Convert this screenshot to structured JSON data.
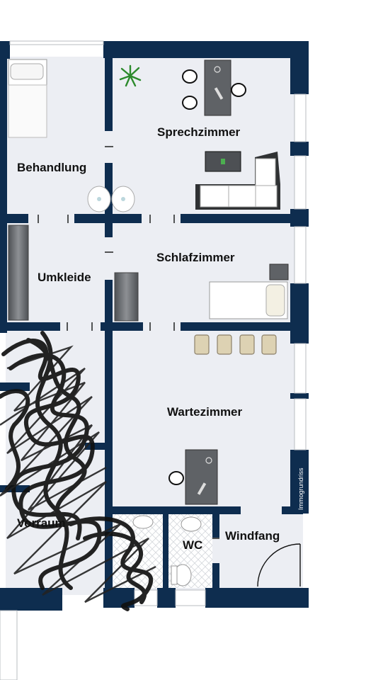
{
  "colors": {
    "wall": "#0e2d4f",
    "floor": "#eceef3",
    "tile": "#ffffff",
    "furniture_dark": "#5f6266",
    "furniture_light": "#ffffff",
    "stool": "#ddd2b3",
    "scribble": "#111111"
  },
  "rooms": {
    "sprechzimmer": "Sprechzimmer",
    "behandlung": "Behandlung",
    "schlafzimmer": "Schlafzimmer",
    "umkleide": "Umkleide",
    "wartezimmer": "Wartezimmer",
    "vorraum": "Vorraum",
    "wc": "WC",
    "windfang": "Windfang"
  },
  "side_label": "Immogrundriss",
  "icons": [
    "plant-icon",
    "bed-icon",
    "sofa-icon",
    "desk-icon",
    "chair-icon",
    "sink-icon",
    "toilet-icon",
    "door-swing-icon",
    "stool-icon",
    "wardrobe-icon"
  ]
}
